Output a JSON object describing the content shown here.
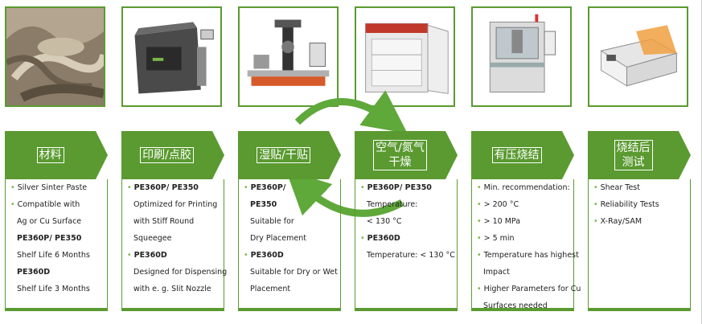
{
  "colors": {
    "green": "#5a9a30",
    "bullet": "#7ab648",
    "text": "#222222"
  },
  "images": [
    {
      "icon": "silver-paste-image"
    },
    {
      "icon": "stencil-printer-image"
    },
    {
      "icon": "pick-and-place-image"
    },
    {
      "icon": "drying-oven-image"
    },
    {
      "icon": "sinter-press-image"
    },
    {
      "icon": "shear-tester-image"
    }
  ],
  "stages": [
    {
      "label": "材料",
      "items": [
        {
          "text": "Silver Sinter Paste",
          "bullet": true
        },
        {
          "text": "Compatible with",
          "bullet": true
        },
        {
          "text": "Ag or Cu Surface",
          "bullet": false
        },
        {
          "text": "PE360P/ PE350",
          "bold": true
        },
        {
          "text": "Shelf Life 6 Months"
        },
        {
          "text": "PE360D",
          "bold": true
        },
        {
          "text": "Shelf Life 3 Months"
        }
      ]
    },
    {
      "label": "印刷/点胶",
      "items": [
        {
          "text": "PE360P/ PE350",
          "bullet": true,
          "bold": true
        },
        {
          "text": "Optimized for Printing"
        },
        {
          "text": "with Stiff Round"
        },
        {
          "text": "Squeegee"
        },
        {
          "text": "PE360D",
          "bullet": true,
          "bold": true
        },
        {
          "text": "Designed for Dispensing"
        },
        {
          "text": "with e. g. Slit Nozzle"
        }
      ]
    },
    {
      "label": "湿贴/干贴",
      "items": [
        {
          "text": "PE360P/",
          "bullet": true,
          "bold": true
        },
        {
          "text": "PE350",
          "bold": true
        },
        {
          "text": "Suitable for"
        },
        {
          "text": "Dry Placement"
        },
        {
          "text": "PE360D",
          "bullet": true,
          "bold": true
        },
        {
          "text": "Suitable for Dry or Wet"
        },
        {
          "text": "Placement"
        }
      ]
    },
    {
      "label": "空气/氮气\n干燥",
      "items": [
        {
          "text": "PE360P/ PE350",
          "bullet": true,
          "bold": true
        },
        {
          "text": "Temperature:"
        },
        {
          "text": "< 130 °C"
        },
        {
          "text": "PE360D",
          "bullet": true,
          "bold": true
        },
        {
          "text": "Temperature: < 130 °C"
        }
      ]
    },
    {
      "label": "有压烧结",
      "items": [
        {
          "text": "Min. recommendation:",
          "bullet": true
        },
        {
          "text": "> 200 °C",
          "bullet": true
        },
        {
          "text": "> 10 MPa",
          "bullet": true
        },
        {
          "text": "> 5 min",
          "bullet": true
        },
        {
          "text": "Temperature has highest",
          "bullet": true
        },
        {
          "text": "Impact"
        },
        {
          "text": "Higher Parameters for Cu",
          "bullet": true
        },
        {
          "text": "Surfaces needed"
        }
      ]
    },
    {
      "label": "烧结后\n测试",
      "items": [
        {
          "text": "Shear Test",
          "bullet": true
        },
        {
          "text": "Reliability Tests",
          "bullet": true
        },
        {
          "text": "X-Ray/SAM",
          "bullet": true
        }
      ]
    }
  ]
}
